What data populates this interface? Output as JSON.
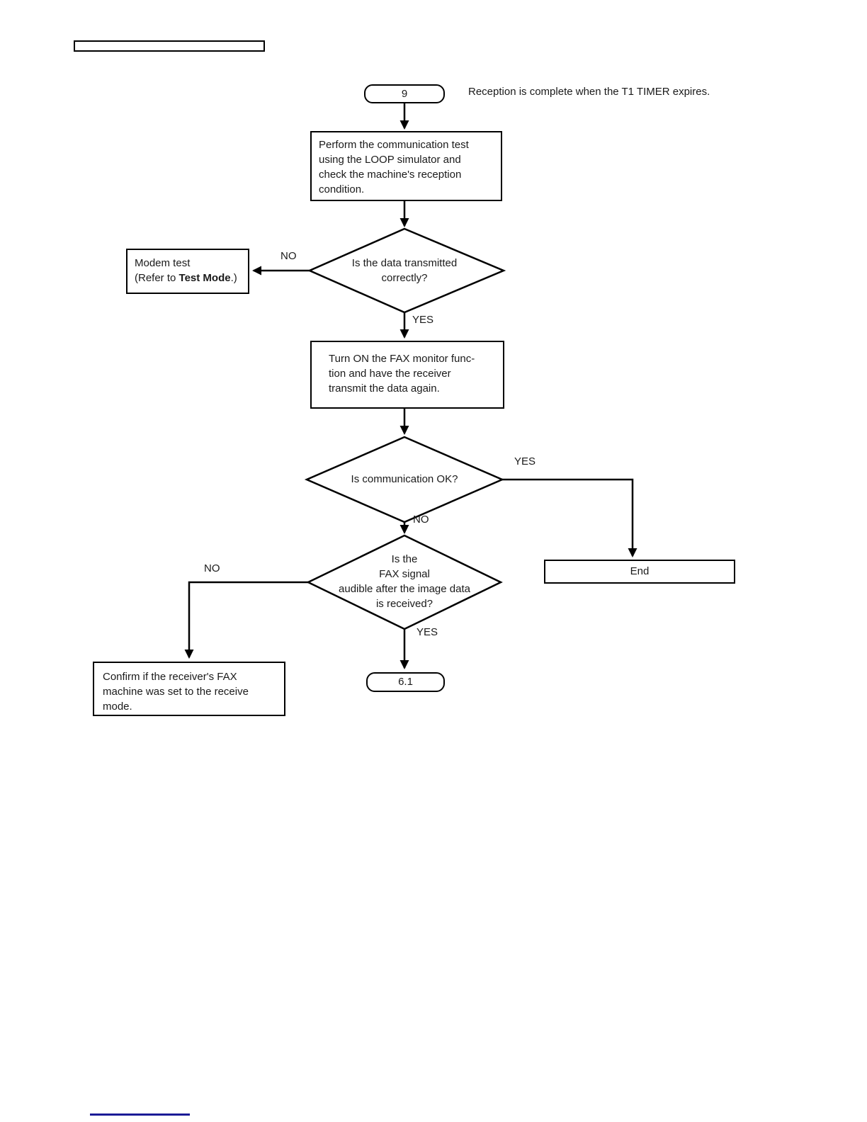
{
  "note": "Reception is complete when the T1 TIMER expires.",
  "flowchart": {
    "start_terminator": {
      "label": "9"
    },
    "process_1": {
      "lines": [
        "Perform the communication test",
        "using the LOOP simulator and",
        "check the machine's reception",
        "condition."
      ]
    },
    "decision_1": {
      "lines": [
        "Is the data transmitted",
        "correctly?"
      ],
      "no_label": "NO",
      "yes_label": "YES"
    },
    "modem_box": {
      "line1": "Modem test",
      "line2_prefix": "(Refer to ",
      "line2_bold": "Test Mode",
      "line2_suffix": ".)"
    },
    "process_2": {
      "lines": [
        "Turn ON the FAX monitor func-",
        "tion and have the receiver",
        "transmit the data again."
      ]
    },
    "decision_2": {
      "lines": [
        "Is communication OK?"
      ],
      "yes_label": "YES",
      "no_label": "NO"
    },
    "end_box": {
      "label": "End"
    },
    "decision_3": {
      "lines": [
        "Is the",
        "FAX signal",
        "audible after the image data",
        "is received?"
      ],
      "no_label": "NO",
      "yes_label": "YES"
    },
    "confirm_box": {
      "lines": [
        "Confirm if the receiver's FAX",
        "machine was set to the receive",
        "mode."
      ]
    },
    "continue_terminator": {
      "label": "6.1"
    }
  },
  "colors": {
    "line": "#000000",
    "link_line": "#1a1a96"
  }
}
